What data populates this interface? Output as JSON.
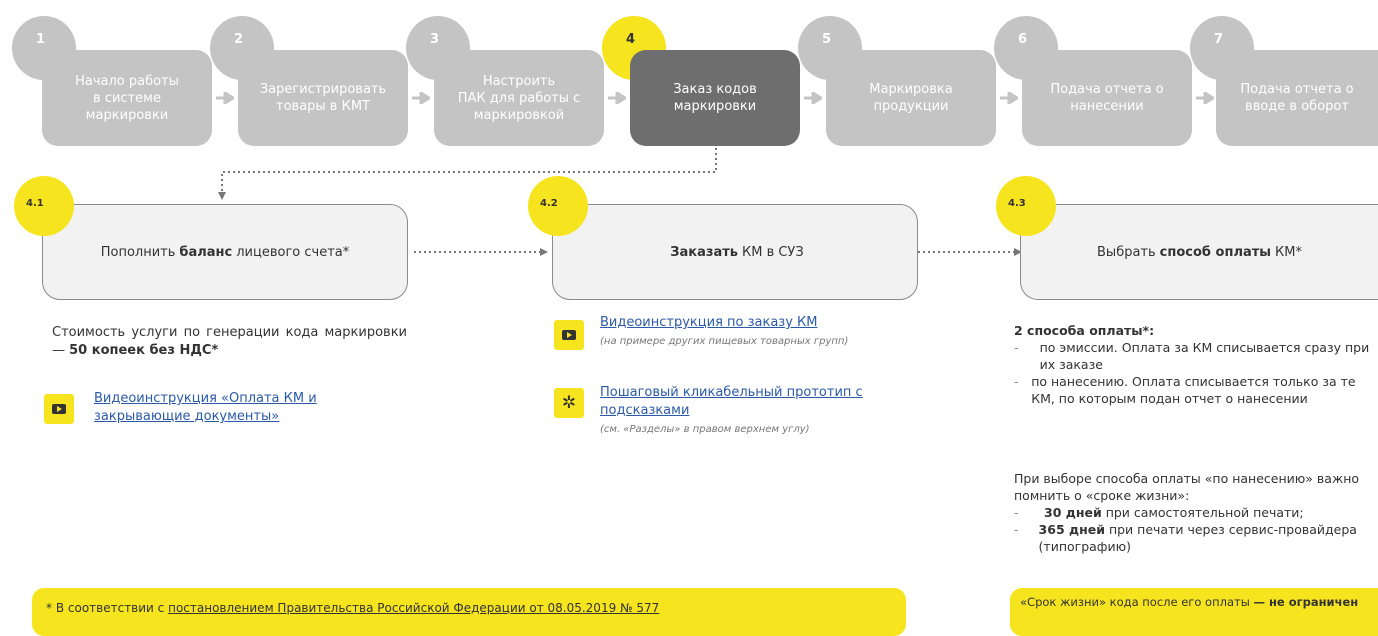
{
  "steps": [
    {
      "num": "1",
      "label": "Начало работы\nв системе\nмаркировки"
    },
    {
      "num": "2",
      "label": "Зарегистрировать\nтовары в КМТ"
    },
    {
      "num": "3",
      "label": "Настроить\nПАК для работы с\nмаркировкой"
    },
    {
      "num": "4",
      "label": "Заказ кодов\nмаркировки"
    },
    {
      "num": "5",
      "label": "Маркировка\nпродукции"
    },
    {
      "num": "6",
      "label": "Подача отчета о\nнанесении"
    },
    {
      "num": "7",
      "label": "Подача отчета о\nвводе в оборот"
    }
  ],
  "substeps": [
    {
      "num": "4.1",
      "pre": "Пополнить",
      "bold": "баланс",
      "post": "лицевого счета*"
    },
    {
      "num": "4.2",
      "pre": "",
      "bold": "Заказать",
      "post": "КМ в СУЗ"
    },
    {
      "num": "4.3",
      "pre": "Выбрать",
      "bold": "способ оплаты",
      "post": "КМ*"
    }
  ],
  "col1": {
    "cost_text": "Стоимость услуги по генерации кода маркировки —",
    "cost_bold": "50 копеек без НДС*",
    "video_link": "Видеоинструкция «Оплата КМ и закрывающие документы»"
  },
  "col2": {
    "video_link": "Видеоинструкция по заказу КМ",
    "video_note": "(на примере других пищевых товарных групп)",
    "proto_link": "Пошаговый кликабельный прототип с подсказками",
    "proto_note": "(см. «Разделы» в правом верхнем углу)"
  },
  "col3": {
    "methods_title": "2 способа оплаты*:",
    "method1": "по эмиссии. Оплата за КМ списывается сразу при их заказе",
    "method2": "по нанесению. Оплата списывается только за те КМ, по которым подан отчет о нанесении",
    "shelf_intro": "При выборе способа оплаты «по нанесению» важно помнить о «сроке жизни»:",
    "shelf1_bold": "30 дней",
    "shelf1_text": "при самостоятельной печати;",
    "shelf2_bold": "365 дней",
    "shelf2_text": "при печати через сервис-провайдера (типографию)"
  },
  "footnote": {
    "star": "*",
    "prefix": "В соответствии с",
    "link": "постановлением Правительства Российской Федерации от 08.05.2019 № 577"
  },
  "right_banner": {
    "text": "«Срок жизни» кода после его оплаты",
    "bold": "— не ограничен"
  },
  "colors": {
    "accent": "#f6e51e",
    "step_inactive": "#c4c4c4",
    "step_active": "#6e6e6e",
    "link": "#2a5aa8"
  }
}
